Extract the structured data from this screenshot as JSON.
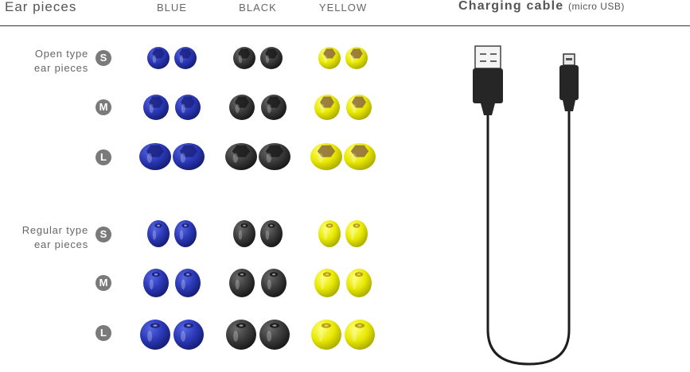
{
  "header": {
    "ear_pieces_title": "Ear pieces",
    "columns": [
      "BLUE",
      "BLACK",
      "YELLOW"
    ],
    "cable_title": "Charging cable",
    "cable_subtitle": "(micro USB)"
  },
  "groups": [
    {
      "label_line1": "Open type",
      "label_line2": "ear pieces",
      "type": "open",
      "sizes": [
        "S",
        "M",
        "L"
      ]
    },
    {
      "label_line1": "Regular type",
      "label_line2": "ear pieces",
      "type": "regular",
      "sizes": [
        "S",
        "M",
        "L"
      ]
    }
  ],
  "colors": {
    "blue": "#2a37b5",
    "black": "#3a3a3a",
    "yellow": "#e8e800",
    "badge": "#7a7a7a",
    "cable": "#1e1e1e"
  }
}
